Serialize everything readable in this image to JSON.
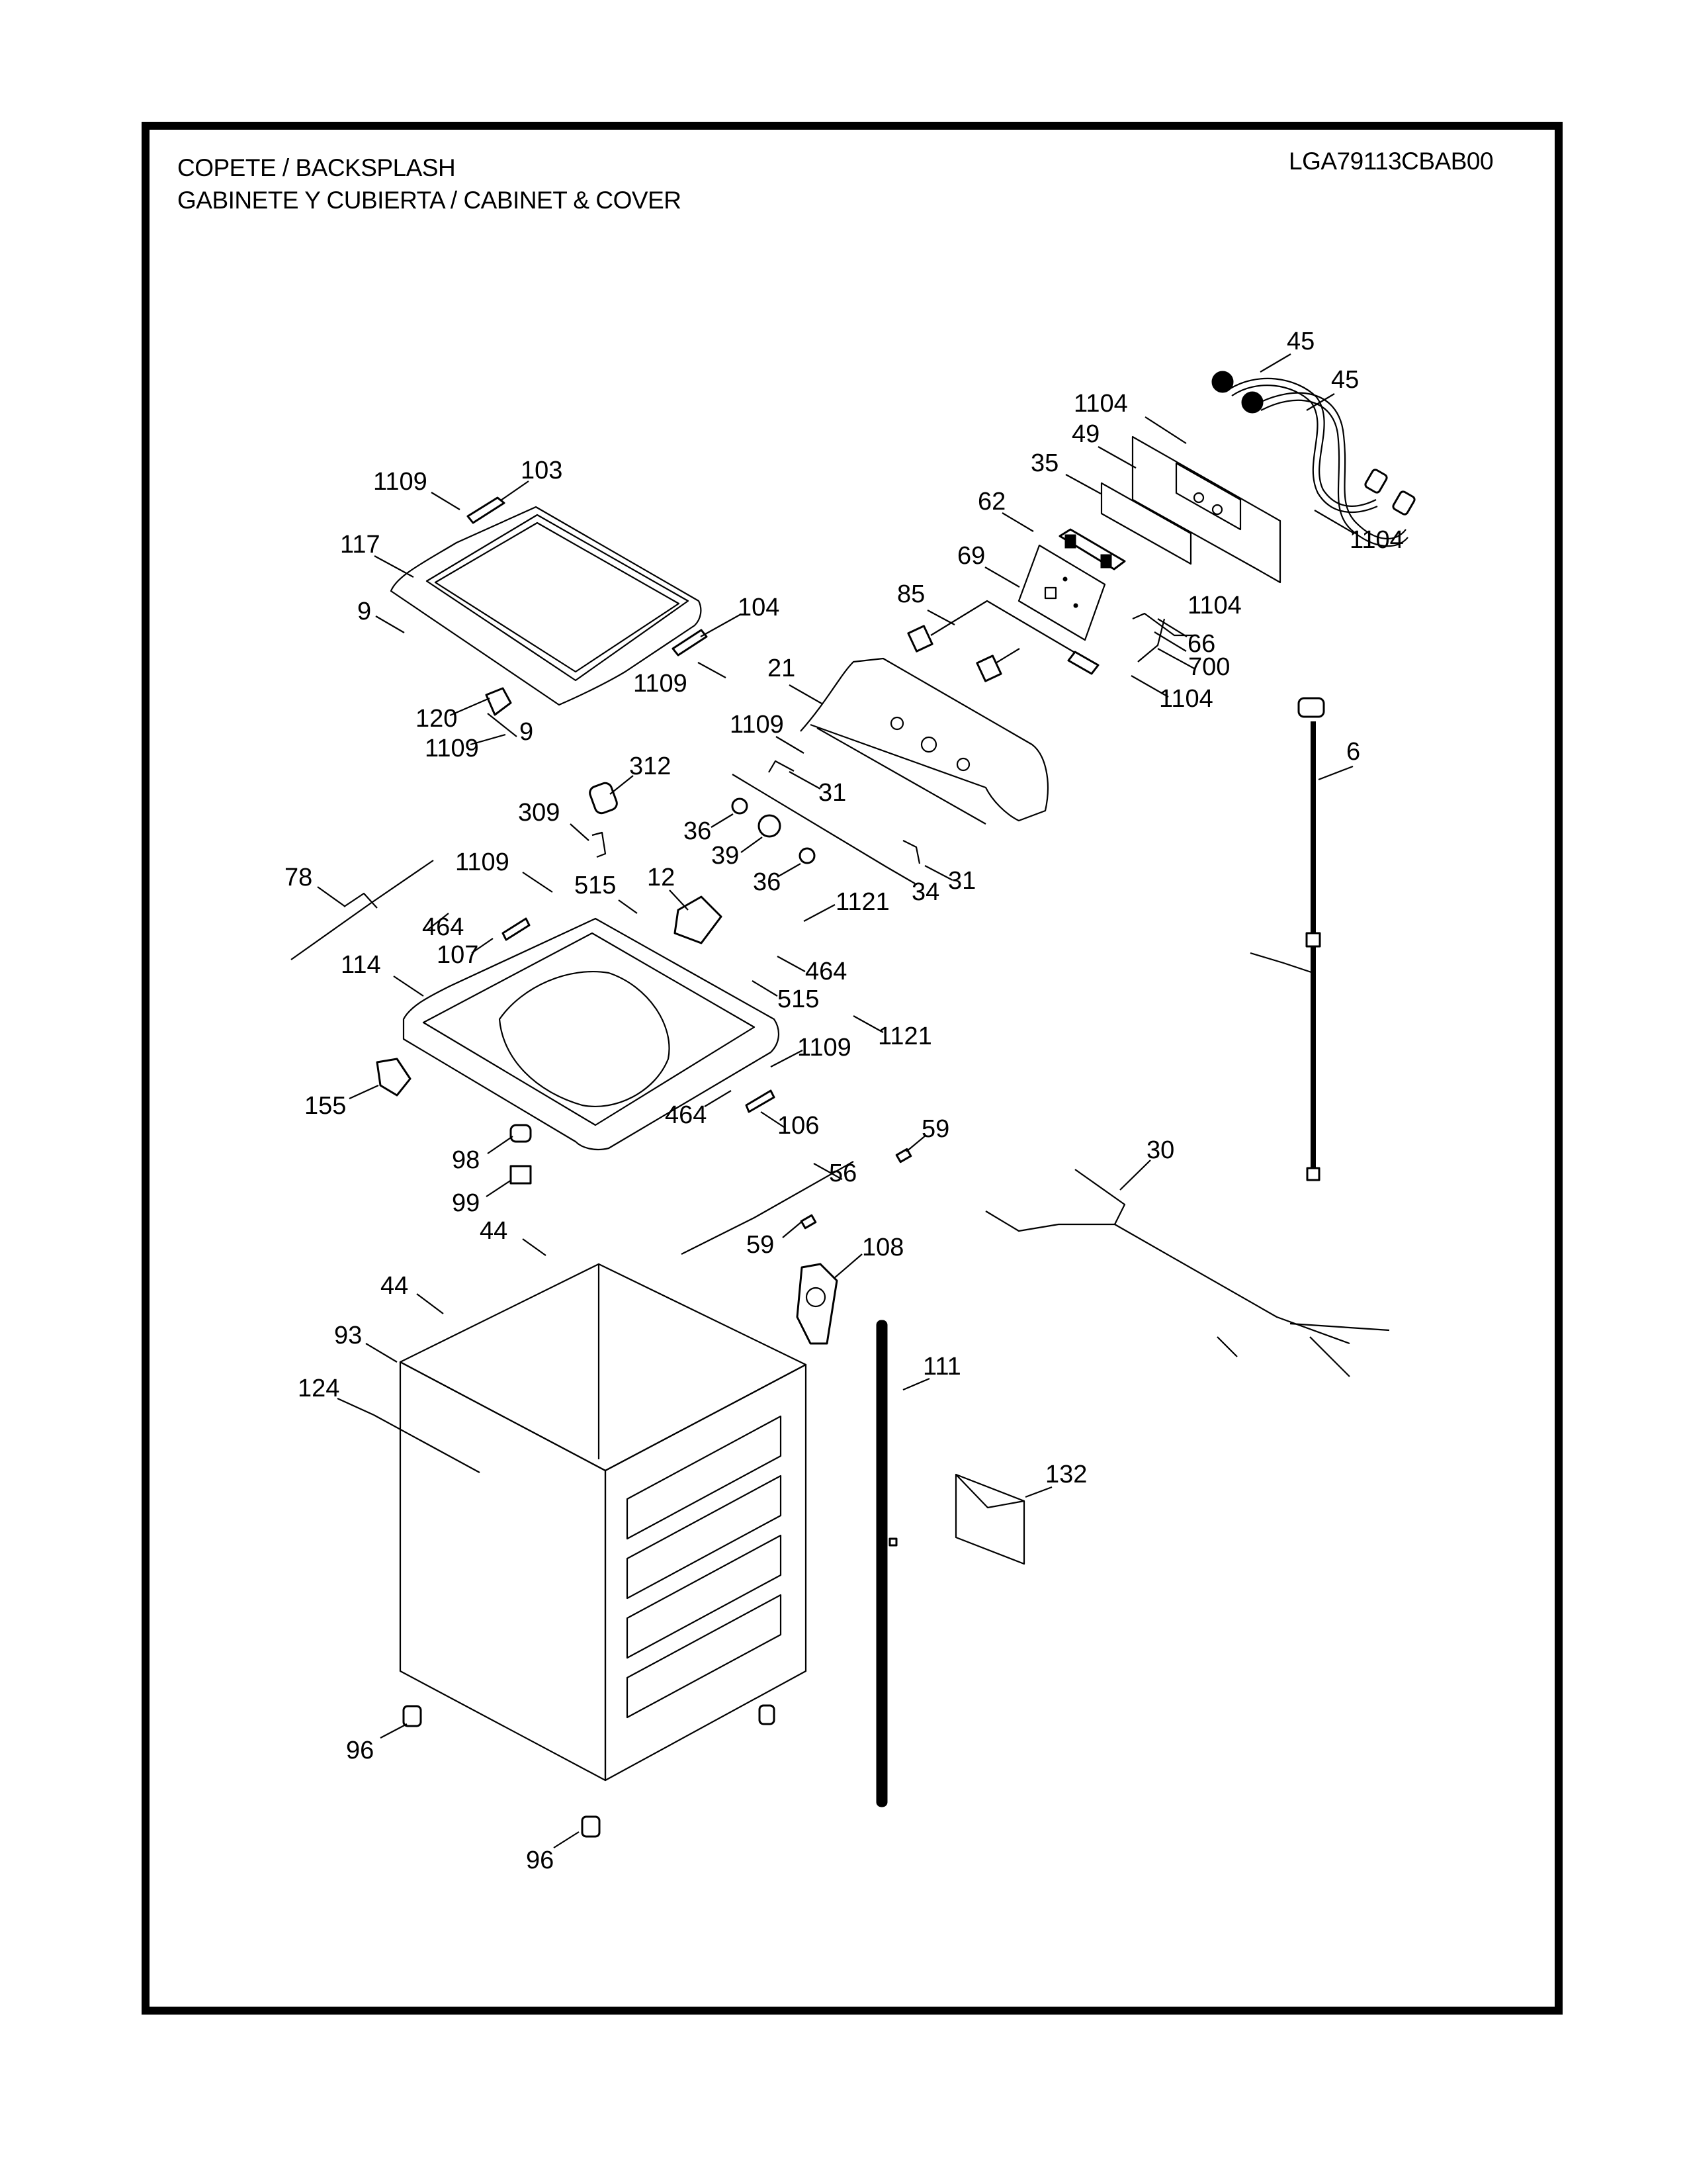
{
  "header": {
    "title_line1": "COPETE / BACKSPLASH",
    "title_line2": "GABINETE Y CUBIERTA / CABINET & COVER",
    "model": "LGA79113CBAB00"
  },
  "callouts": {
    "p45a": "45",
    "p45b": "45",
    "p1104a": "1104",
    "p1104b": "1104",
    "p1104c": "1104",
    "p1104d": "1104",
    "p49": "49",
    "p35": "35",
    "p62": "62",
    "p69": "69",
    "p85": "85",
    "p66": "66",
    "p700": "700",
    "p1109a": "1109",
    "p103": "103",
    "p117": "117",
    "p9a": "9",
    "p104": "104",
    "p1109b": "1109",
    "p120": "120",
    "p9b": "9",
    "p1109c": "1109",
    "p21": "21",
    "p1109d": "1109",
    "p31a": "31",
    "p31b": "31",
    "p34": "34",
    "p312": "312",
    "p309": "309",
    "p36a": "36",
    "p39": "39",
    "p36b": "36",
    "p6": "6",
    "p78": "78",
    "p1109e": "1109",
    "p515a": "515",
    "p12": "12",
    "p1121a": "1121",
    "p464a": "464",
    "p107": "107",
    "p464b": "464",
    "p515b": "515",
    "p1121b": "1121",
    "p114": "114",
    "p1109f": "1109",
    "p155": "155",
    "p464c": "464",
    "p106": "106",
    "p59a": "59",
    "p98": "98",
    "p56": "56",
    "p30": "30",
    "p99": "99",
    "p44a": "44",
    "p59b": "59",
    "p108": "108",
    "p44b": "44",
    "p93": "93",
    "p124": "124",
    "p111": "111",
    "p132": "132",
    "p96a": "96",
    "p96b": "96"
  }
}
